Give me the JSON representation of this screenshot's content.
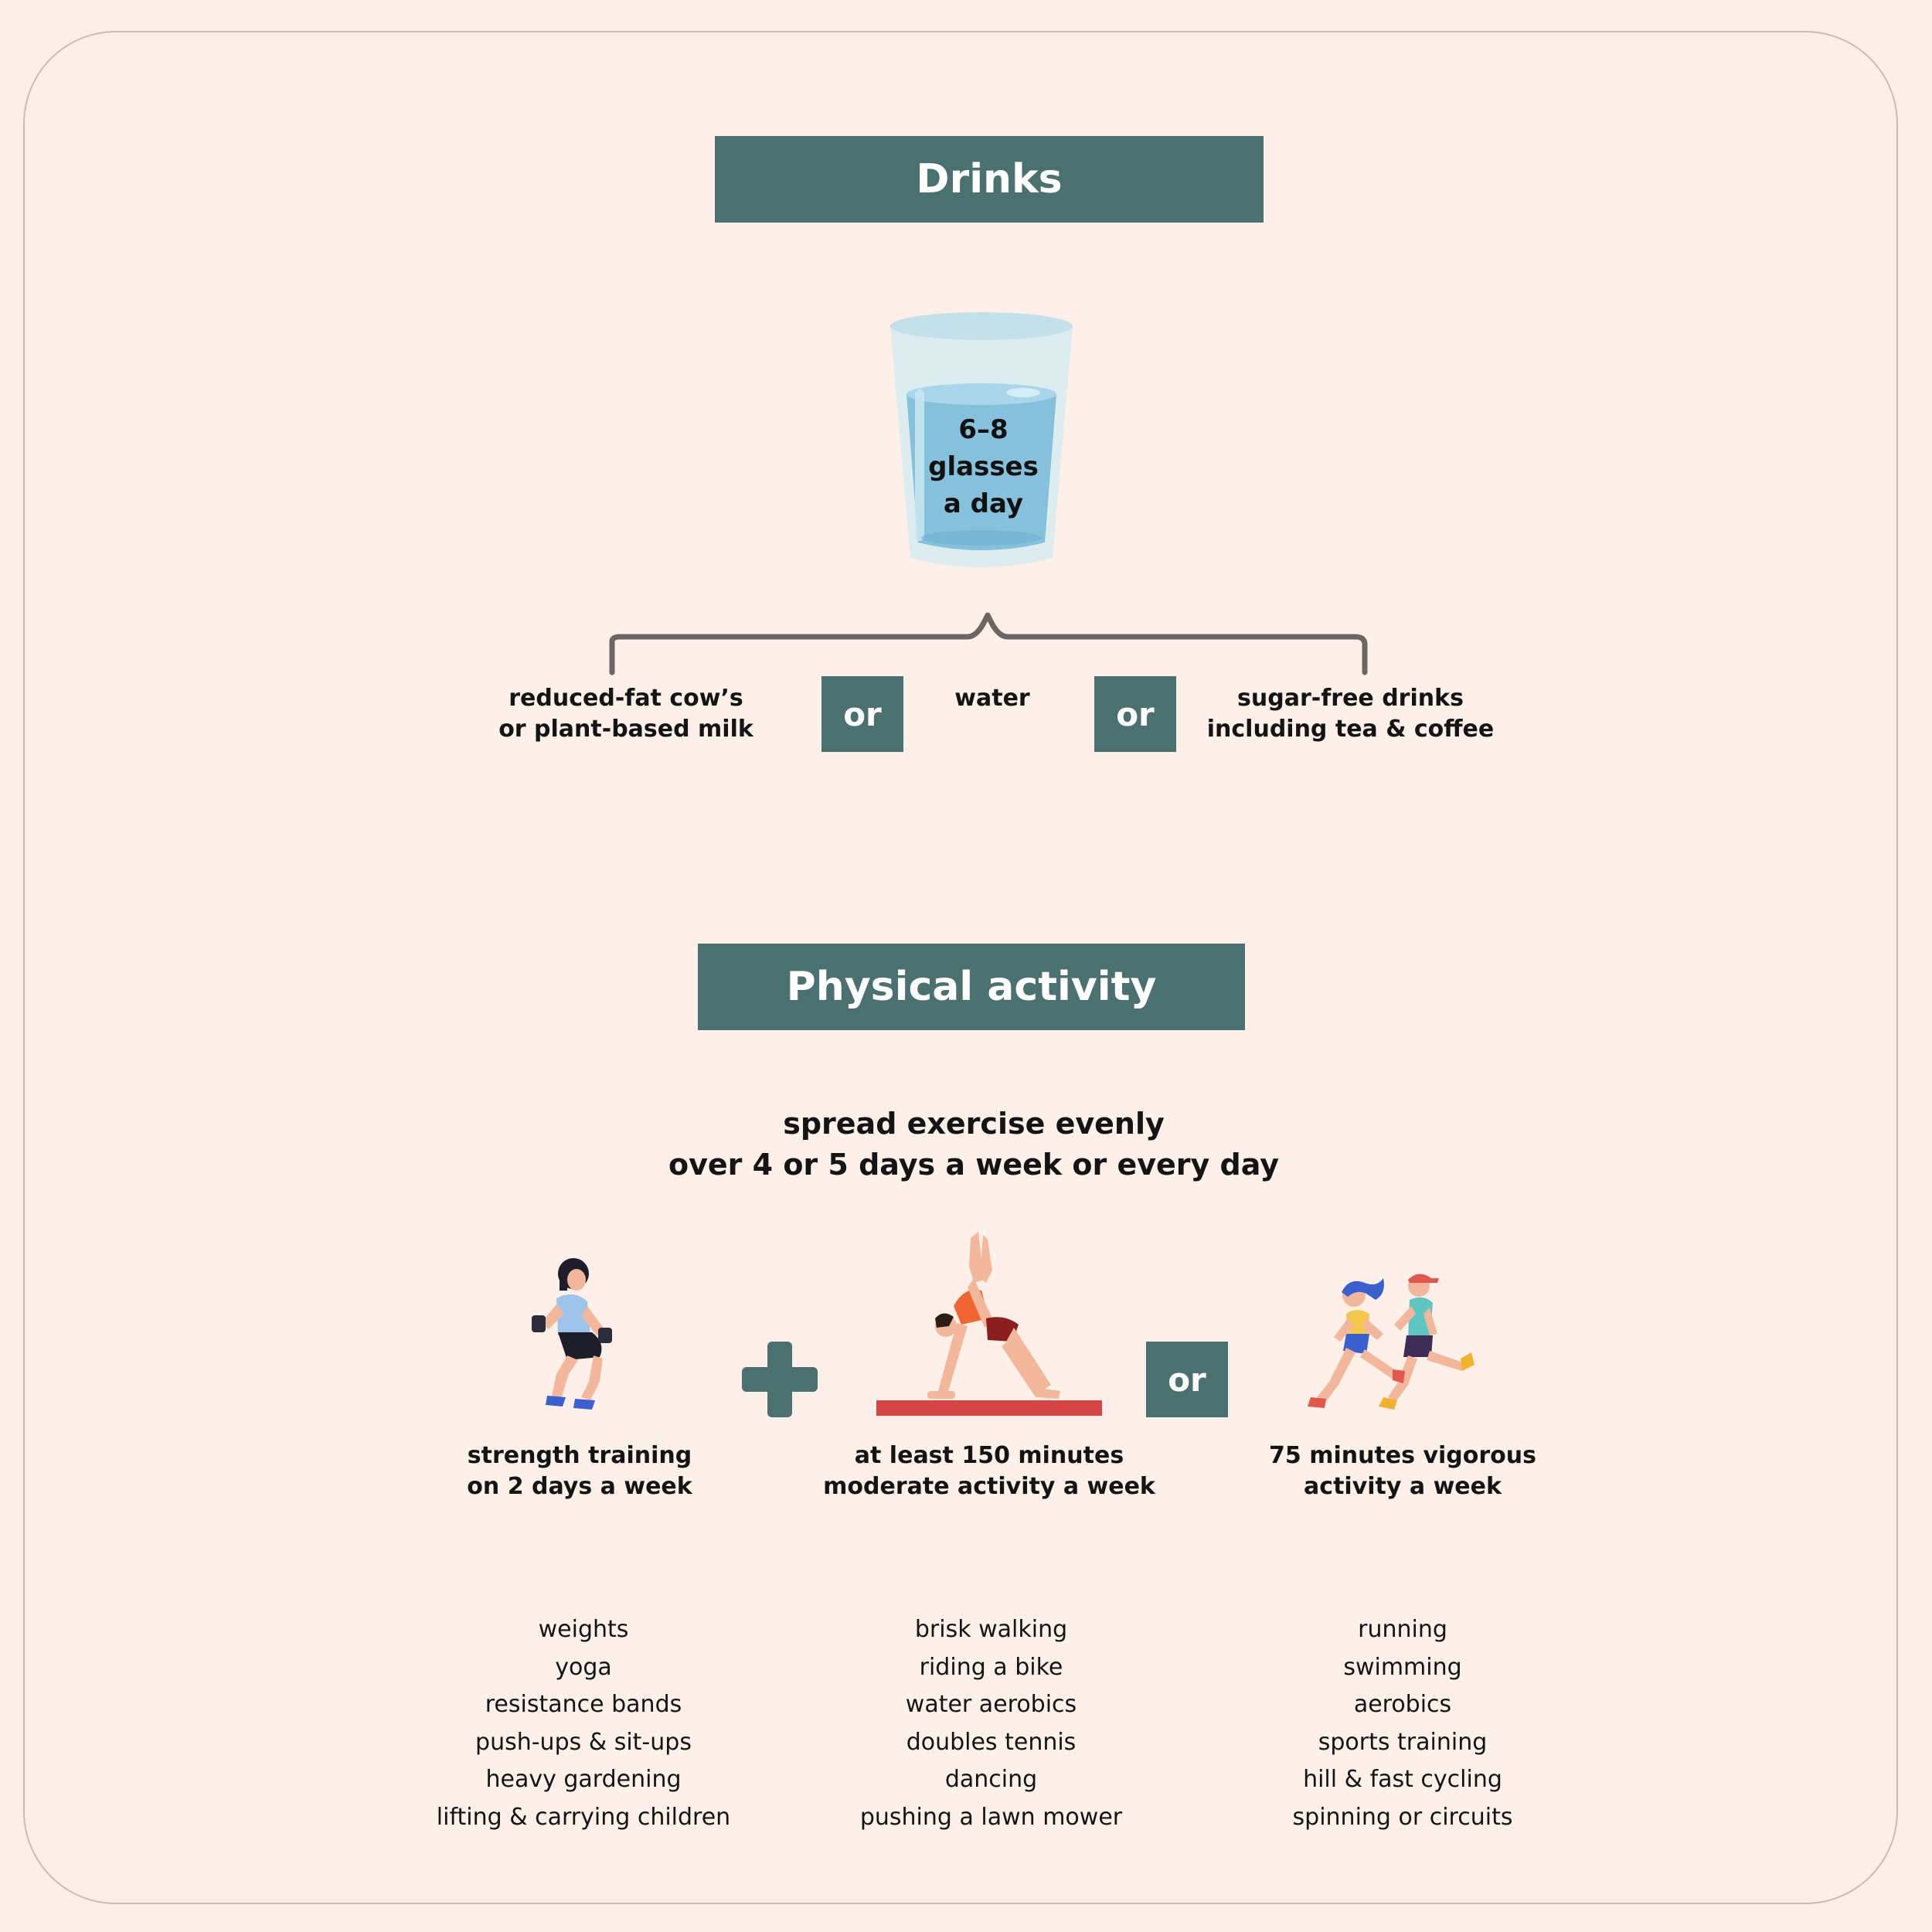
{
  "drinks": {
    "title": "Drinks",
    "glass": {
      "line1": "6–8",
      "line2": "glasses",
      "line3": "a day"
    },
    "options": {
      "milk": {
        "line1": "reduced-fat cow’s",
        "line2": "or plant-based milk"
      },
      "water": "water",
      "sugar_free": {
        "line1": "sugar-free drinks",
        "line2": "including tea & coffee"
      }
    },
    "or_label": "or"
  },
  "activity": {
    "title": "Physical activity",
    "subtitle": {
      "line1": "spread exercise evenly",
      "line2": "over 4 or 5 days a week or every day"
    },
    "or_label": "or",
    "columns": [
      {
        "label": {
          "line1": "strength training",
          "line2": "on 2 days a week"
        },
        "items": [
          "weights",
          "yoga",
          "resistance bands",
          "push-ups & sit-ups",
          "heavy gardening",
          "lifting & carrying children"
        ]
      },
      {
        "label": {
          "line1": "at least 150 minutes",
          "line2": "moderate activity a week"
        },
        "items": [
          "brisk walking",
          "riding a bike",
          "water aerobics",
          "doubles tennis",
          "dancing",
          "pushing a lawn mower"
        ]
      },
      {
        "label": {
          "line1": "75 minutes vigorous",
          "line2": "activity a week"
        },
        "items": [
          "running",
          "swimming",
          "aerobics",
          "sports training",
          "hill & fast cycling",
          "spinning or circuits"
        ]
      }
    ]
  },
  "colors": {
    "background": "#fdf0e8",
    "accent": "#4a7070",
    "water": "#7fc0dc",
    "brace": "#6b6661"
  }
}
